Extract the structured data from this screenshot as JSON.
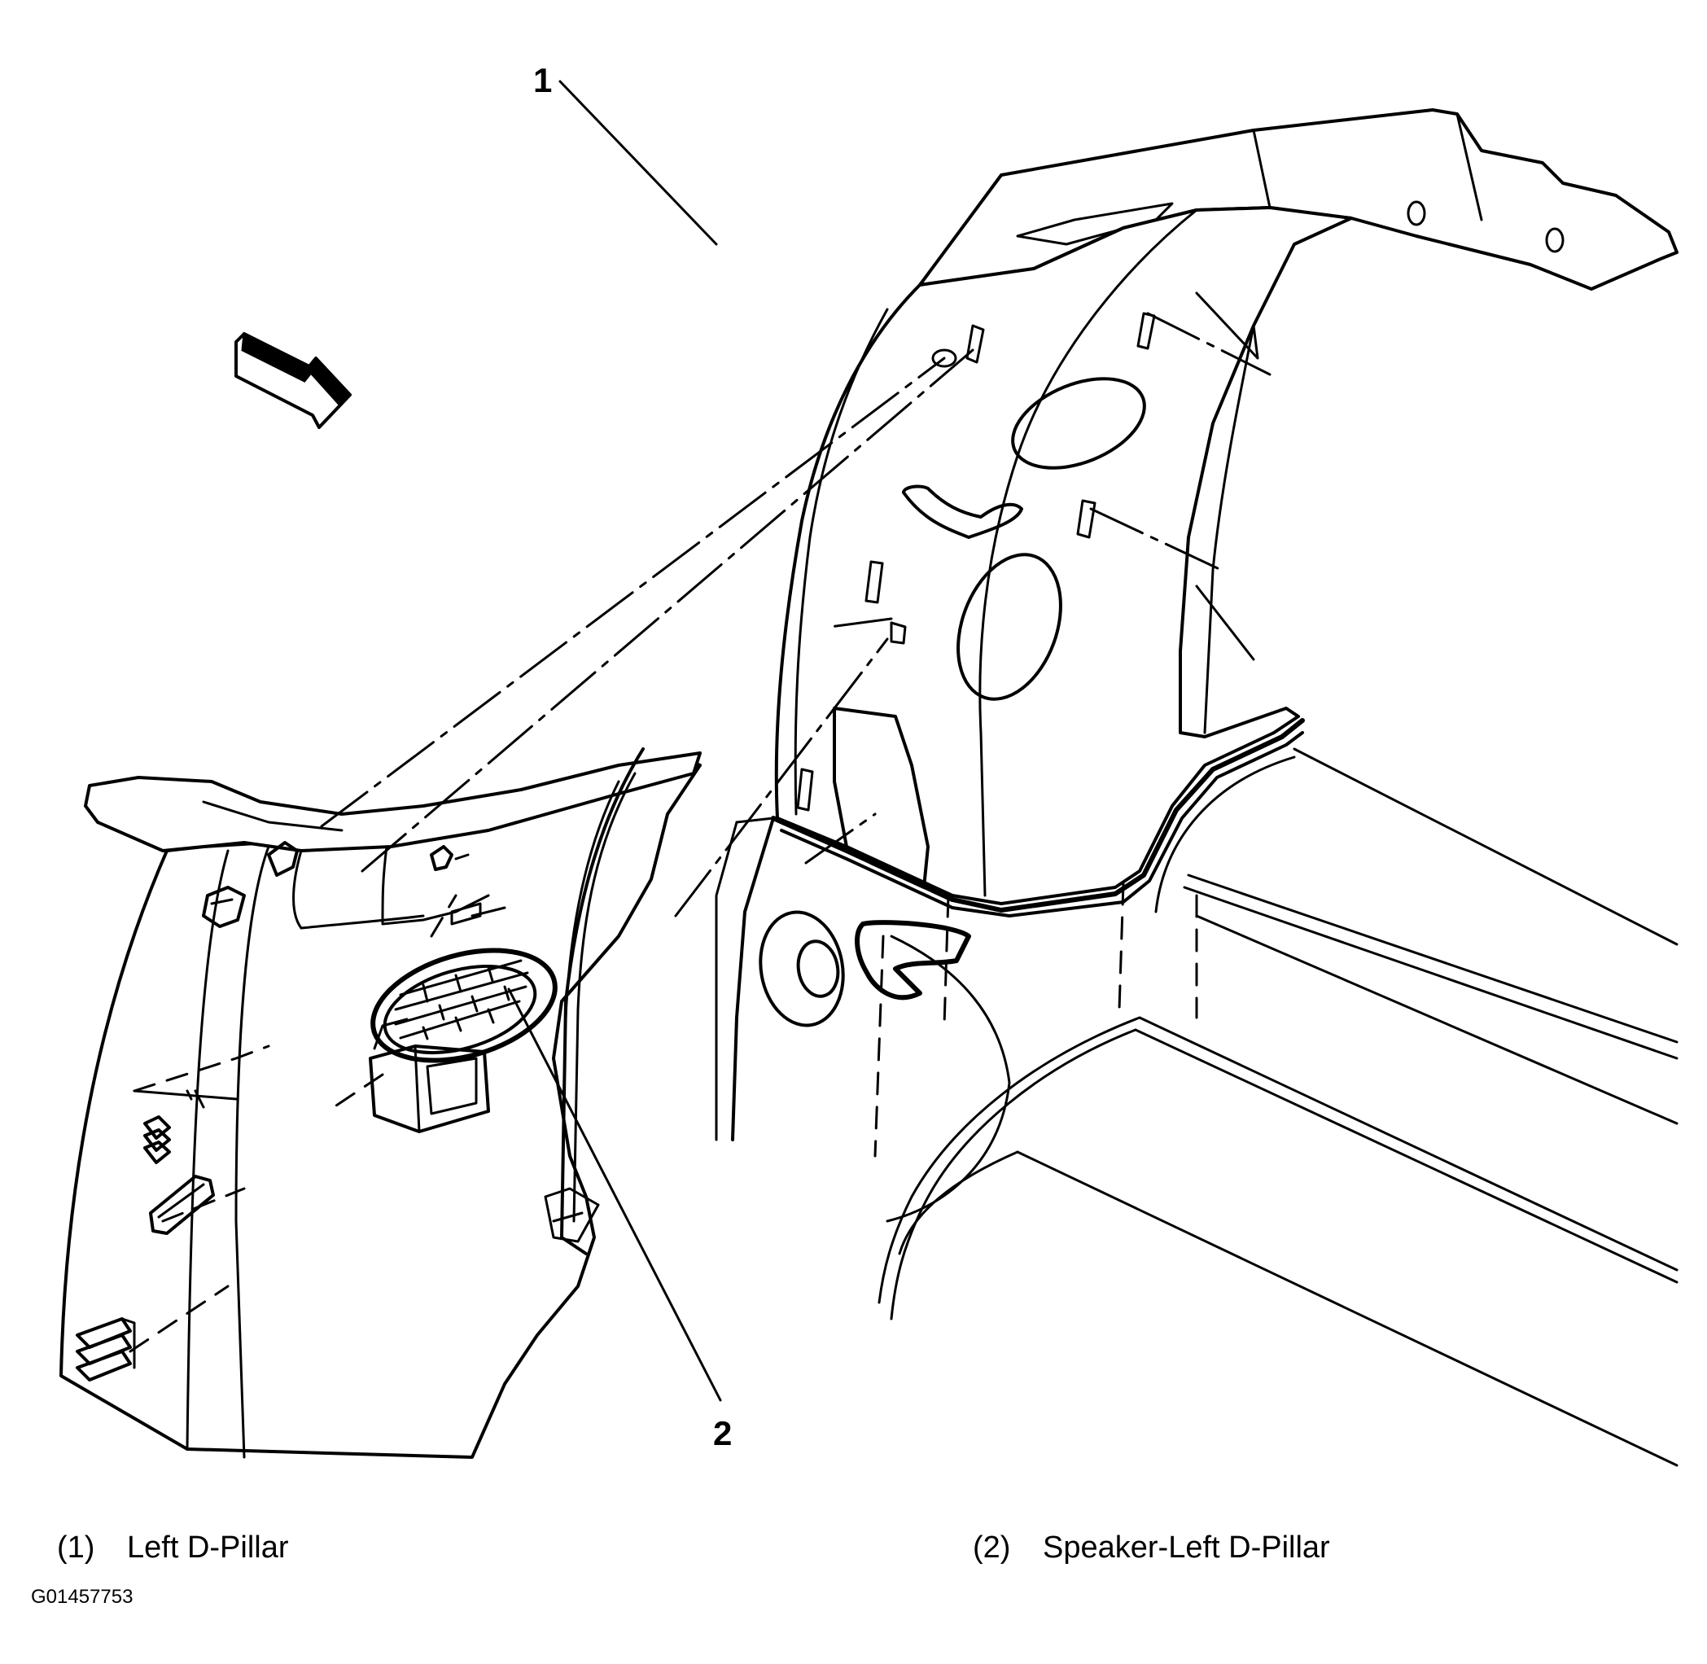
{
  "callouts": [
    {
      "number": "1"
    },
    {
      "number": "2"
    }
  ],
  "legend": [
    {
      "number": "(1)",
      "label": "Left D-Pillar"
    },
    {
      "number": "(2)",
      "label": "Speaker-Left D-Pillar"
    }
  ],
  "figure_code": "G01457753",
  "colors": {
    "line": "#000000",
    "background": "#ffffff"
  },
  "icons": [
    "direction-arrow-icon"
  ]
}
